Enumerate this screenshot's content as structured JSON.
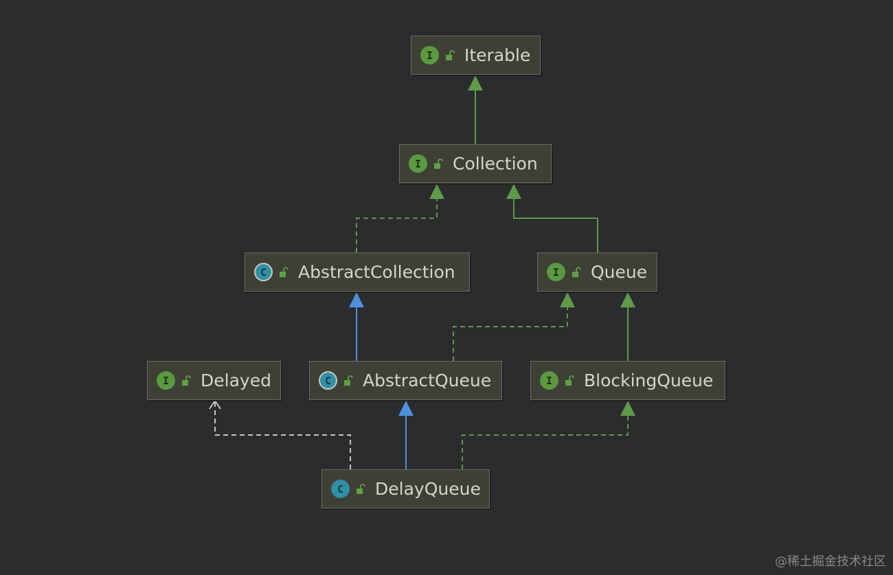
{
  "nodes": [
    {
      "id": "iterable",
      "label": "Iterable",
      "kind": "interface",
      "kind_letter": "I"
    },
    {
      "id": "collection",
      "label": "Collection",
      "kind": "interface",
      "kind_letter": "I"
    },
    {
      "id": "abstractcollection",
      "label": "AbstractCollection",
      "kind": "abstract-class",
      "kind_letter": "C"
    },
    {
      "id": "queue",
      "label": "Queue",
      "kind": "interface",
      "kind_letter": "I"
    },
    {
      "id": "delayed",
      "label": "Delayed",
      "kind": "interface",
      "kind_letter": "I"
    },
    {
      "id": "abstractqueue",
      "label": "AbstractQueue",
      "kind": "abstract-class",
      "kind_letter": "C"
    },
    {
      "id": "blockingqueue",
      "label": "BlockingQueue",
      "kind": "interface",
      "kind_letter": "I"
    },
    {
      "id": "delayqueue",
      "label": "DelayQueue",
      "kind": "class",
      "kind_letter": "C"
    }
  ],
  "edges": [
    {
      "from": "collection",
      "to": "iterable",
      "type": "extends-interface"
    },
    {
      "from": "abstractcollection",
      "to": "collection",
      "type": "implements"
    },
    {
      "from": "queue",
      "to": "collection",
      "type": "extends-interface"
    },
    {
      "from": "abstractqueue",
      "to": "abstractcollection",
      "type": "extends-class"
    },
    {
      "from": "abstractqueue",
      "to": "queue",
      "type": "implements"
    },
    {
      "from": "blockingqueue",
      "to": "queue",
      "type": "extends-interface"
    },
    {
      "from": "delayqueue",
      "to": "delayed",
      "type": "dependency"
    },
    {
      "from": "delayqueue",
      "to": "abstractqueue",
      "type": "extends-class"
    },
    {
      "from": "delayqueue",
      "to": "blockingqueue",
      "type": "implements"
    }
  ],
  "colors": {
    "interface_badge": "#5a9940",
    "class_badge": "#2f8fa5",
    "extends_interface_line": "#5e9a4a",
    "implements_line": "#5e9a4a",
    "extends_class_line": "#4f8fe0",
    "dependency_line": "#c8c8c8",
    "lock_icon": "#5fa043"
  },
  "icons": {
    "kind_badge": "class-kind-badge-icon",
    "visibility": "public-lock-icon"
  },
  "watermark": "@稀土掘金技术社区"
}
